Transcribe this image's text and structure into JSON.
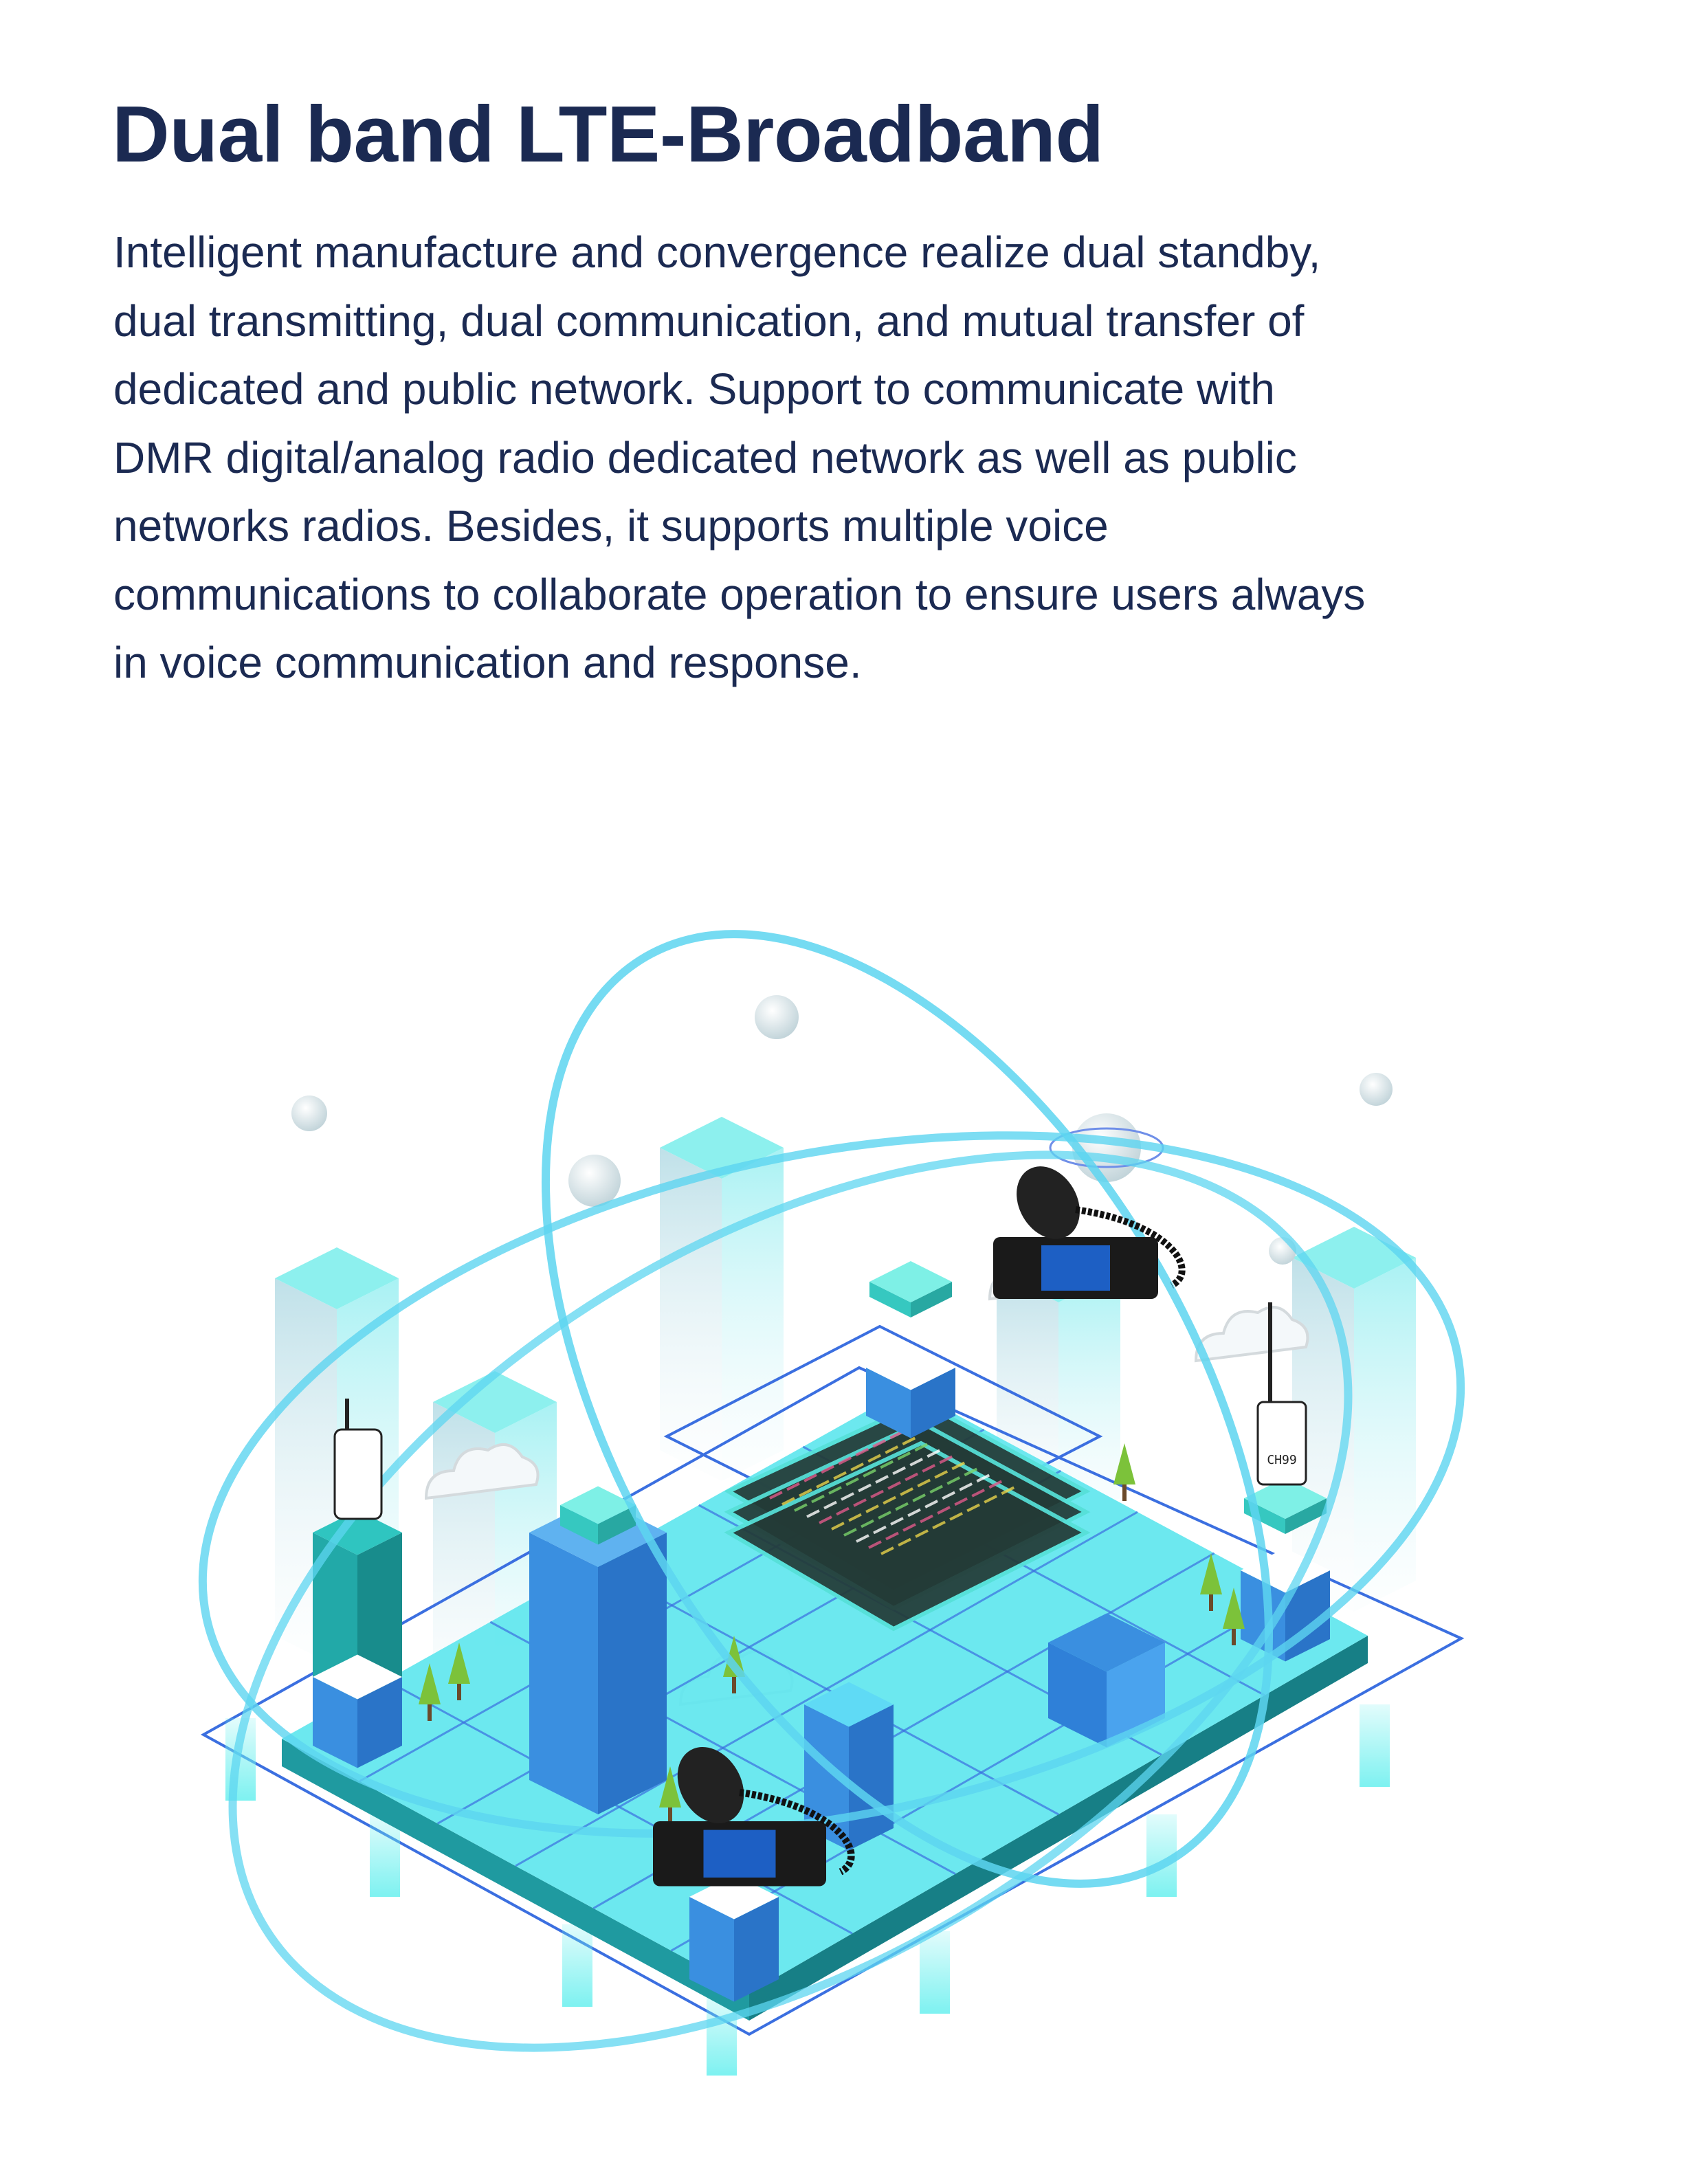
{
  "heading": "Dual band LTE-Broadband",
  "description_lines": [
    "Intelligent manufacture and convergence realize dual standby,",
    "dual transmitting, dual communication, and mutual transfer of",
    "dedicated and public network. Support to communicate with",
    "DMR digital/analog radio dedicated network as well as public",
    "networks radios. Besides, it supports multiple voice",
    "communications to collaborate operation to ensure users always",
    "in voice communication and response."
  ],
  "illustration": {
    "radio_display_text": "CH99",
    "colors": {
      "text": "#1b2a52",
      "orbit": "#5dd5f0",
      "platform_top": "#5fe6ee",
      "platform_side": "#1f9aa0",
      "grid_line": "#3b6fe0",
      "building_blue": "#3a8fe0",
      "glass_building": "#aee9ef",
      "tree": "#7cc23a",
      "screen": "#233a36"
    }
  }
}
